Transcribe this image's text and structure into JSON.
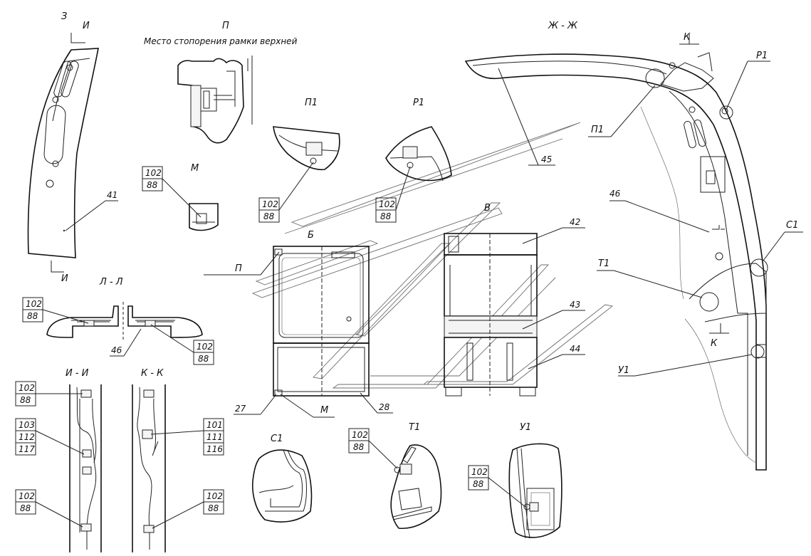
{
  "views": {
    "z": "З",
    "p": "П",
    "p_caption": "Место стопорения рамки верхней",
    "p1": "П1",
    "r1": "Р1",
    "m": "М",
    "zh": "Ж - Ж",
    "b": "Б",
    "v": "В",
    "l": "Л - Л",
    "i": "И - И",
    "k": "К - К",
    "c1": "С1",
    "t1": "Т1",
    "u1": "У1"
  },
  "cut_marks": {
    "i_top": "И",
    "i_bottom": "И",
    "k_top": "К",
    "k_bottom": "К"
  },
  "leaders": {
    "n41": "41",
    "n45": "45",
    "n46_main": "46",
    "n46_l": "46",
    "n42": "42",
    "n43": "43",
    "n44": "44",
    "n27": "27",
    "n28": "28",
    "ref_p": "П",
    "ref_m": "М",
    "ref_p1": "П1",
    "ref_r1": "Р1",
    "ref_c1": "С1",
    "ref_t1": "Т1",
    "ref_u1": "У1"
  },
  "boxes": {
    "m_top": "102",
    "m_bot": "88",
    "p1_top": "102",
    "p1_bot": "88",
    "r1_top": "102",
    "r1_bot": "88",
    "l1_top": "102",
    "l1_bot": "88",
    "l2_top": "102",
    "l2_bot": "88",
    "i1_top": "102",
    "i1_bot": "88",
    "i2_a": "103",
    "i2_b": "112",
    "i2_c": "117",
    "i3_top": "102",
    "i3_bot": "88",
    "k1_a": "101",
    "k1_b": "111",
    "k1_c": "116",
    "k2_top": "102",
    "k2_bot": "88",
    "t1_top": "102",
    "t1_bot": "88",
    "u1_top": "102",
    "u1_bot": "88"
  }
}
